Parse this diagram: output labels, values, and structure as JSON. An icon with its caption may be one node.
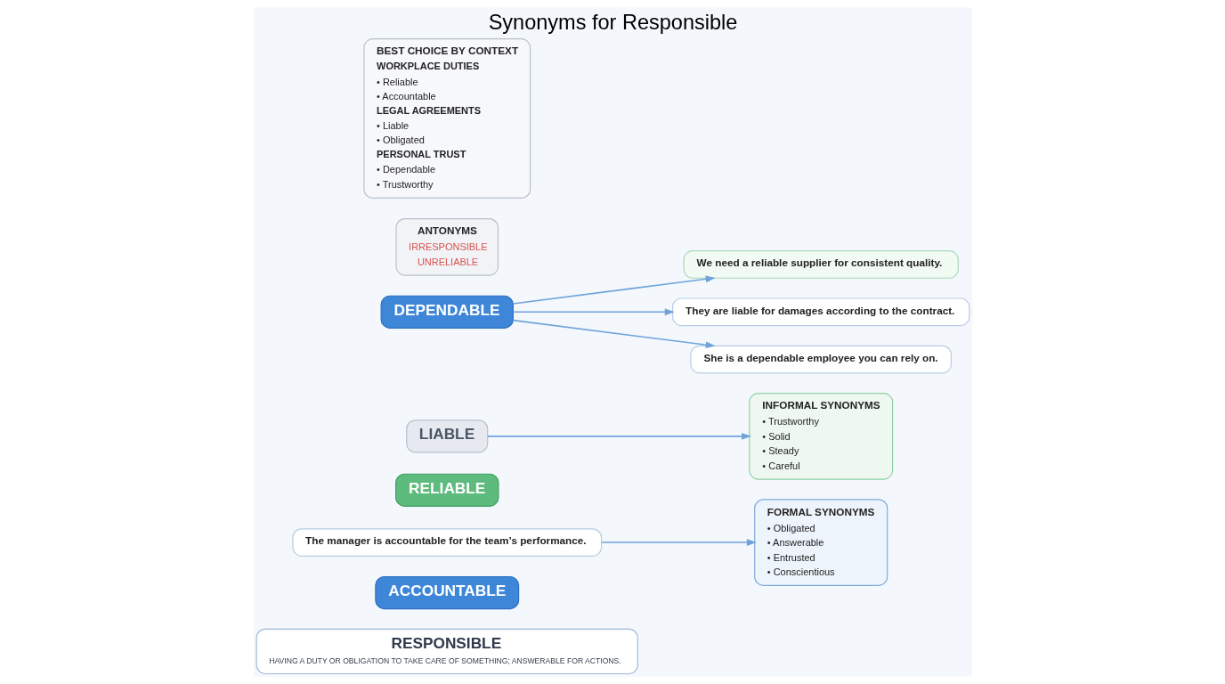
{
  "diagram": {
    "title": "Synonyms for Responsible",
    "nodes": [
      {
        "text": [
          "RESPONSIBLE",
          "HAVING A DUTY OR OBLIGATION TO TAKE CARE OF SOMETHING; ANSWERABLE FOR ACTIONS."
        ]
      },
      {
        "text": [
          "ACCOUNTABLE"
        ]
      },
      {
        "text": [
          "The manager is accountable for the team’s performance."
        ]
      },
      {
        "text": [
          "RELIABLE"
        ]
      },
      {
        "text": [
          "LIABLE"
        ]
      },
      {
        "text": [
          "DEPENDABLE"
        ]
      },
      {
        "text": [
          "We need a reliable supplier for consistent quality."
        ]
      },
      {
        "text": [
          "FORMAL SYNONYMS",
          "• Obligated",
          "• Answerable",
          "• Entrusted",
          "• Conscientious"
        ]
      },
      {
        "text": [
          "INFORMAL SYNONYMS",
          "• Trustworthy",
          "• Solid",
          "• Steady",
          "• Careful"
        ]
      },
      {
        "text": [
          "They are liable for damages according to the contract."
        ]
      },
      {
        "text": [
          "She is a dependable employee you can rely on."
        ]
      },
      {
        "text": [
          "ANTONYMS",
          "IRRESPONSIBLE",
          "UNRELIABLE"
        ]
      },
      {
        "text": [
          "BEST CHOICE BY CONTEXT",
          "WORKPLACE DUTIES",
          "• Reliable",
          "• Accountable",
          "LEGAL AGREEMENTS",
          "• Liable",
          "• Obligated",
          "PERSONAL TRUST",
          "• Dependable",
          "• Trustworthy"
        ]
      }
    ],
    "edges": [
      {
        "from": 2,
        "to": 7,
        "arrow": "to"
      },
      {
        "from": 4,
        "to": 8,
        "arrow": "to"
      },
      {
        "from": 5,
        "to": 6,
        "arrow": "to"
      },
      {
        "from": 5,
        "to": 9,
        "arrow": "to"
      },
      {
        "from": 5,
        "to": 10,
        "arrow": "to"
      }
    ]
  }
}
